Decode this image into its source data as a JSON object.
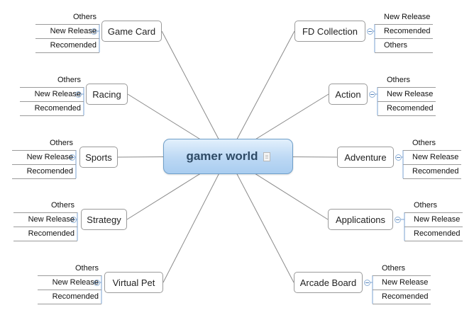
{
  "central_topic": {
    "label": "gamer world",
    "icon": "note-icon"
  },
  "colors": {
    "connector": "#8a8a8a",
    "sub_underline": "#9a9a9a",
    "sub_bracket": "#7aa1d2",
    "central_border": "#6f9fc9",
    "central_fill_top": "#e2f0fc",
    "central_fill_bottom": "#a9cdf0",
    "topic_border": "#9a9a9a"
  },
  "branches": [
    {
      "id": "game-card",
      "label": "Game Card",
      "children": [
        "Others",
        "New Release",
        "Recomended"
      ]
    },
    {
      "id": "racing",
      "label": "Racing",
      "children": [
        "Others",
        "New Release",
        "Recomended"
      ]
    },
    {
      "id": "sports",
      "label": "Sports",
      "children": [
        "Others",
        "New Release",
        "Recomended"
      ]
    },
    {
      "id": "strategy",
      "label": "Strategy",
      "children": [
        "Others",
        "New Release",
        "Recomended"
      ]
    },
    {
      "id": "virtual-pet",
      "label": "Virtual Pet",
      "children": [
        "Others",
        "New Release",
        "Recomended"
      ]
    },
    {
      "id": "fd-collection",
      "label": "FD Collection",
      "children": [
        "New Release",
        "Recomended",
        "Others"
      ]
    },
    {
      "id": "action",
      "label": "Action",
      "children": [
        "Others",
        "New Release",
        "Recomended"
      ]
    },
    {
      "id": "adventure",
      "label": "Adventure",
      "children": [
        "Others",
        "New Release",
        "Recomended"
      ]
    },
    {
      "id": "applications",
      "label": "Applications",
      "children": [
        "Others",
        "New Release",
        "Recomended"
      ]
    },
    {
      "id": "arcade-board",
      "label": "Arcade Board",
      "children": [
        "Others",
        "New Release",
        "Recomended"
      ]
    }
  ]
}
